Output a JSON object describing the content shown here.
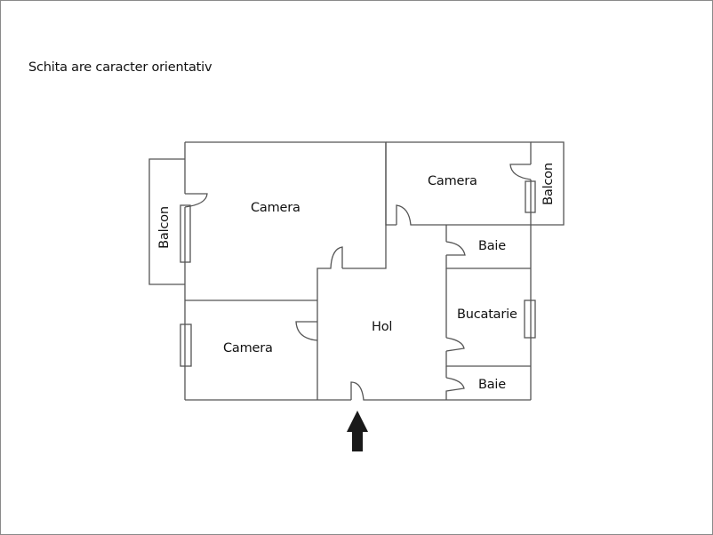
{
  "note": "Schita are caracter orientativ",
  "rooms": {
    "camera_top_left": "Camera",
    "camera_top_right": "Camera",
    "camera_bottom_left": "Camera",
    "hol": "Hol",
    "baie_top": "Baie",
    "bucatarie": "Bucatarie",
    "baie_bottom": "Baie",
    "balcon_left": "Balcon",
    "balcon_right": "Balcon"
  },
  "entrance": {
    "icon": "arrow-up-icon"
  },
  "colors": {
    "wall": "#555555",
    "text": "#111111",
    "arrow": "#1a1a1a",
    "frame": "#8a8a8a"
  }
}
